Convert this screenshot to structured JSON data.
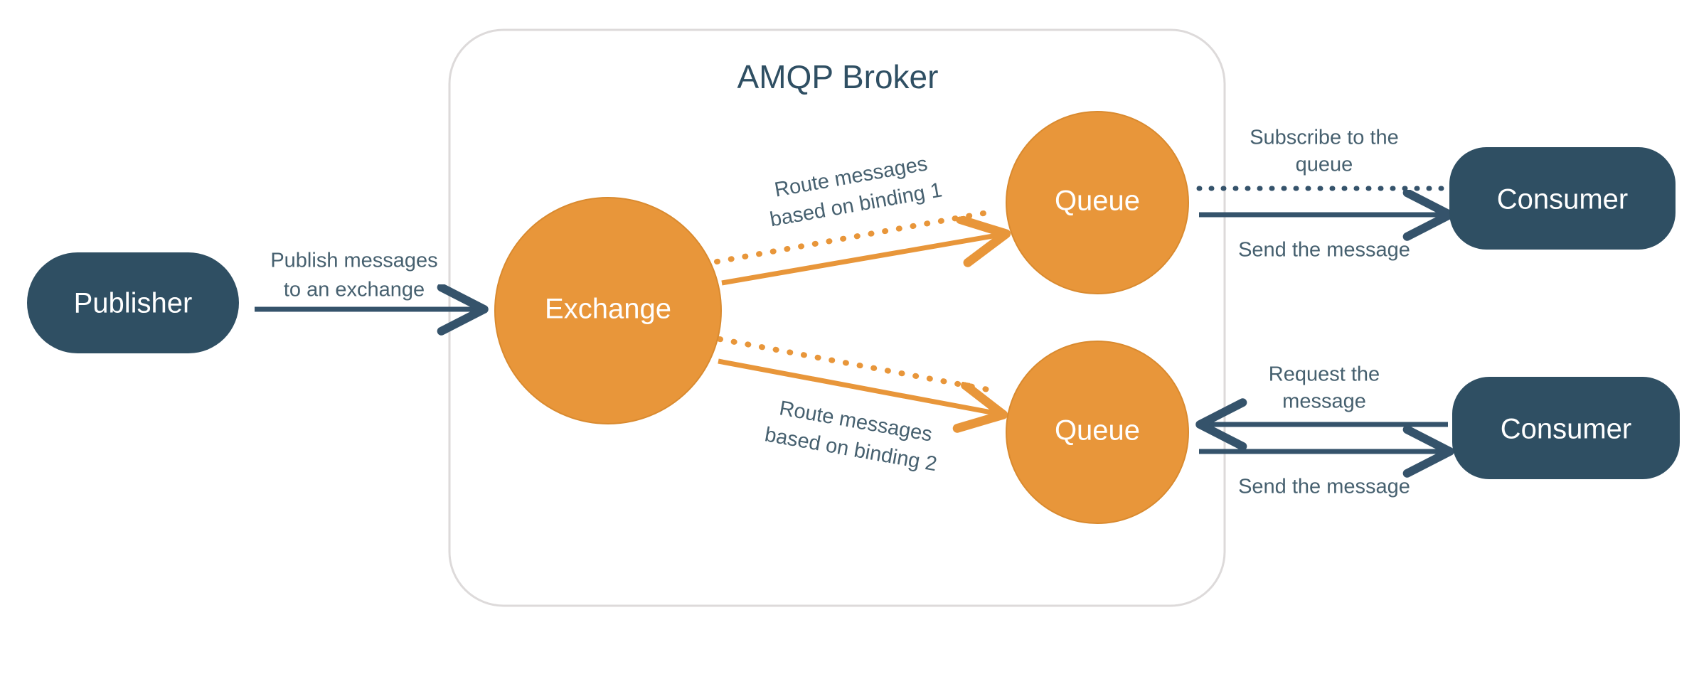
{
  "diagram": {
    "type": "flow-diagram",
    "title": "AMQP Broker messaging flow",
    "colors": {
      "orange": "#e8963a",
      "orange_stroke": "#d98a2f",
      "navy": "#2f4f63",
      "navy_arrow": "#35536b",
      "label_text": "#46606f",
      "container_border": "#dddada",
      "background": "#ffffff",
      "node_text": "#ffffff"
    },
    "container": {
      "label": "AMQP Broker",
      "shape": "rounded-rectangle"
    },
    "nodes": [
      {
        "id": "publisher",
        "label": "Publisher",
        "shape": "pill",
        "fill": "#2f4f63",
        "text": "#ffffff"
      },
      {
        "id": "exchange",
        "label": "Exchange",
        "shape": "circle",
        "fill": "#e8963a",
        "text": "#ffffff"
      },
      {
        "id": "queue-1",
        "label": "Queue",
        "shape": "circle",
        "fill": "#e8963a",
        "text": "#ffffff"
      },
      {
        "id": "queue-2",
        "label": "Queue",
        "shape": "circle",
        "fill": "#e8963a",
        "text": "#ffffff"
      },
      {
        "id": "consumer-1",
        "label": "Consumer",
        "shape": "pill",
        "fill": "#2f4f63",
        "text": "#ffffff"
      },
      {
        "id": "consumer-2",
        "label": "Consumer",
        "shape": "pill",
        "fill": "#2f4f63",
        "text": "#ffffff"
      }
    ],
    "edges": [
      {
        "id": "publish",
        "from": "publisher",
        "to": "exchange",
        "label_line_1": "Publish messages",
        "label_line_2": "to an exchange",
        "style": "solid",
        "color": "#35536b",
        "direction": "right"
      },
      {
        "id": "binding-1-dotted",
        "from": "exchange",
        "to": "queue-1",
        "style": "dotted",
        "color": "#e8963a",
        "direction": "none"
      },
      {
        "id": "binding-1",
        "from": "exchange",
        "to": "queue-1",
        "label_line_1": "Route messages",
        "label_line_2": "based on binding 1",
        "style": "solid",
        "color": "#e8963a",
        "direction": "right"
      },
      {
        "id": "binding-2-dotted",
        "from": "exchange",
        "to": "queue-2",
        "style": "dotted",
        "color": "#e8963a",
        "direction": "none"
      },
      {
        "id": "binding-2",
        "from": "exchange",
        "to": "queue-2",
        "label_line_1": "Route messages",
        "label_line_2": "based on binding 2",
        "style": "solid",
        "color": "#e8963a",
        "direction": "right"
      },
      {
        "id": "subscribe",
        "from": "consumer-1",
        "to": "queue-1",
        "label_line_1": "Subscribe to the",
        "label_line_2": "queue",
        "style": "dotted",
        "color": "#35536b",
        "direction": "none"
      },
      {
        "id": "send-message-1",
        "from": "queue-1",
        "to": "consumer-1",
        "label_line_1": "Send the message",
        "style": "solid",
        "color": "#35536b",
        "direction": "right"
      },
      {
        "id": "request-message",
        "from": "consumer-2",
        "to": "queue-2",
        "label_line_1": "Request the",
        "label_line_2": "message",
        "style": "solid",
        "color": "#35536b",
        "direction": "left"
      },
      {
        "id": "send-message-2",
        "from": "queue-2",
        "to": "consumer-2",
        "label_line_1": "Send the message",
        "style": "solid",
        "color": "#35536b",
        "direction": "right"
      }
    ]
  }
}
